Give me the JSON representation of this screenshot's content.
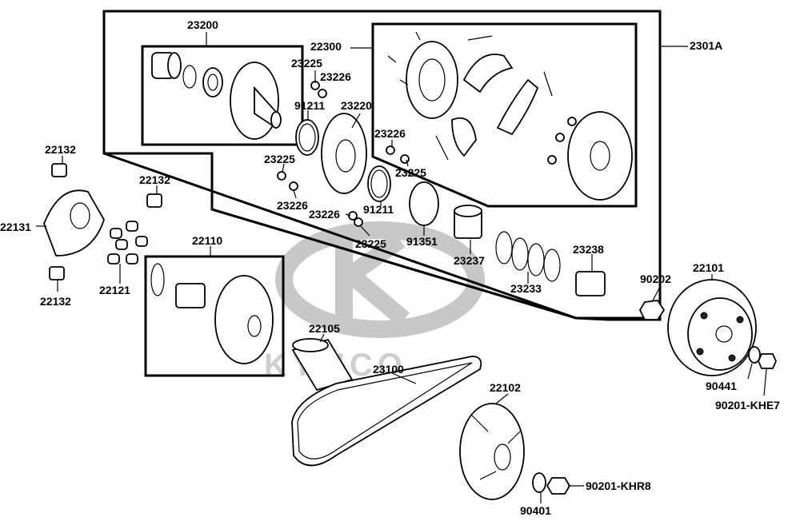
{
  "watermark": {
    "brand": "KYMCO"
  },
  "labels": {
    "l23200": "23200",
    "l22300": "22300",
    "l2301A": "2301A",
    "l23225a": "23225",
    "l23226a": "23226",
    "l91211a": "91211",
    "l23220": "23220",
    "l23226b": "23226",
    "l23225b": "23225",
    "l23225c": "23225",
    "l23226c": "23226",
    "l91211b": "91211",
    "l23226d": "23226",
    "l23225d": "23225",
    "l91351": "91351",
    "l23237": "23237",
    "l23238": "23238",
    "l23233": "23233",
    "l22132a": "22132",
    "l22132b": "22132",
    "l22131": "22131",
    "l22132c": "22132",
    "l22121": "22121",
    "l22110": "22110",
    "l22105": "22105",
    "l23100": "23100",
    "l22102": "22102",
    "l90202": "90202",
    "l22101": "22101",
    "l90441": "90441",
    "l90201khe7": "90201-KHE7",
    "l90201khr8": "90201-KHR8",
    "l90401": "90401"
  }
}
